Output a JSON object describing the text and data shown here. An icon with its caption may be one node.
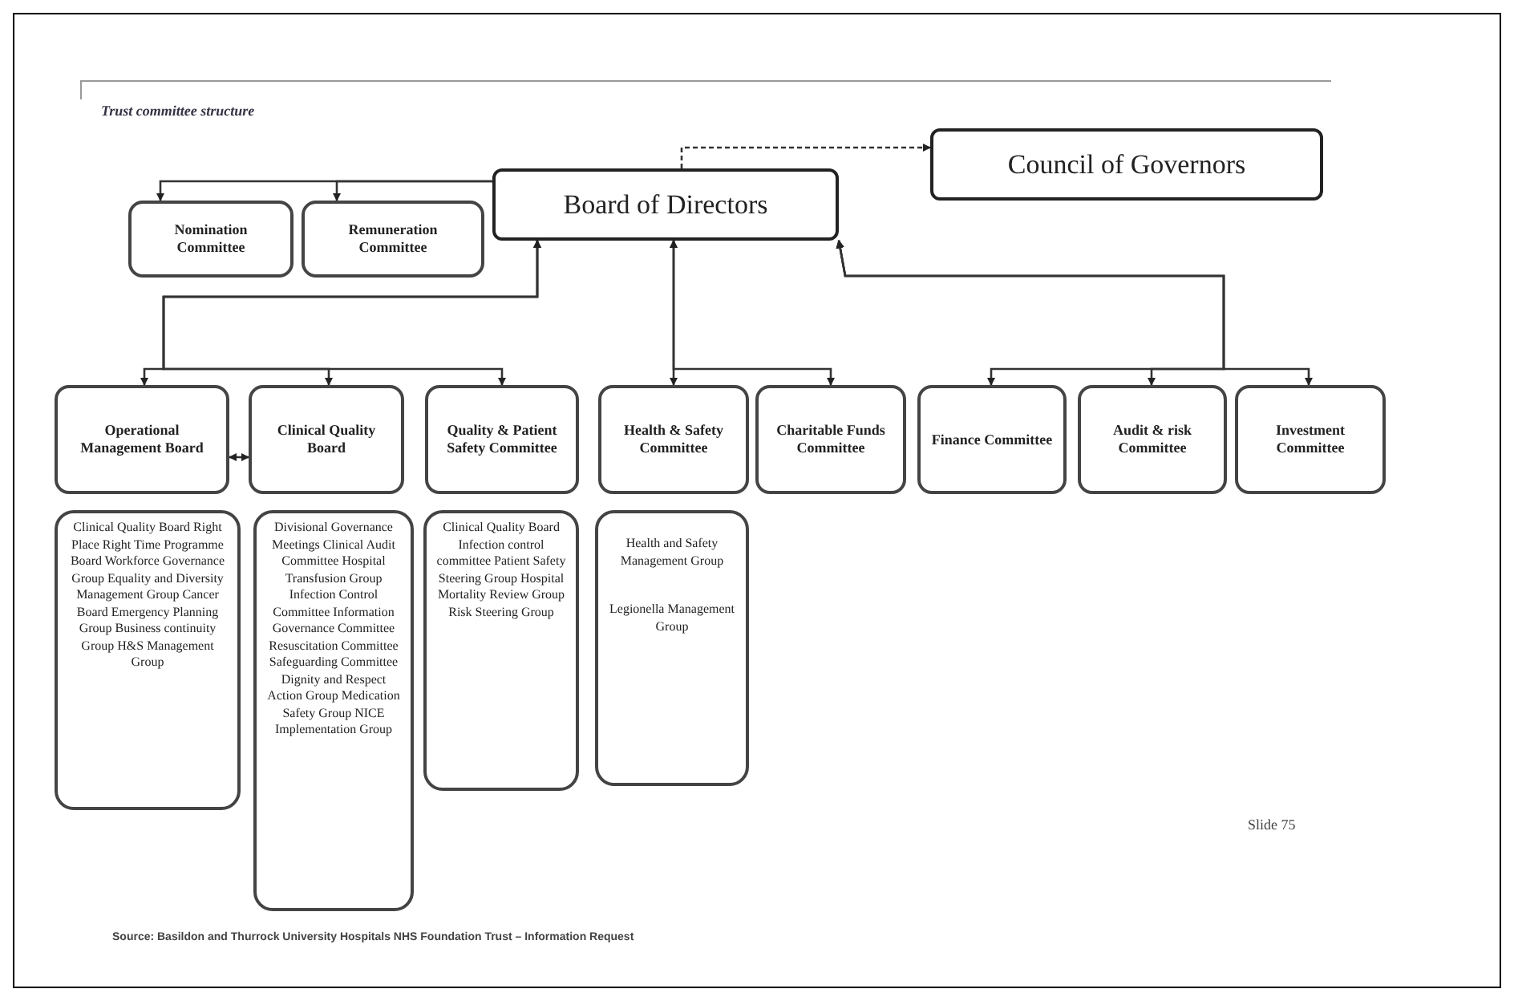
{
  "diagram": {
    "title": "Trust committee structure",
    "caption": "Source: Basildon and Thurrock University Hospitals NHS Foundation Trust – Information Request",
    "nodes": [
      {
        "text": [
          "Board of Directors"
        ]
      },
      {
        "text": [
          "Council of Governors"
        ]
      },
      {
        "text": [
          "Nomination Committee"
        ]
      },
      {
        "text": [
          "Remuneration Committee"
        ]
      },
      {
        "text": [
          "Operational Management Board"
        ]
      },
      {
        "text": [
          "Clinical Quality Board"
        ]
      },
      {
        "text": [
          "Quality & Patient Safety Committee"
        ]
      },
      {
        "text": [
          "Health & Safety Committee"
        ]
      },
      {
        "text": [
          "Charitable Funds Committee"
        ]
      },
      {
        "text": [
          "Finance Committee"
        ]
      },
      {
        "text": [
          "Audit & risk Committee"
        ]
      },
      {
        "text": [
          "Investment Committee"
        ]
      },
      {
        "text": [
          "Clinical Quality Board Right Place Right Time Programme Board Workforce Governance Group Equality and Diversity Management Group Cancer Board Emergency Planning Group Business continuity Group H&S Management Group"
        ]
      },
      {
        "text": [
          "Divisional Governance Meetings Clinical Audit Committee Hospital Transfusion Group Infection Control Committee Information Governance Committee Resuscitation Committee Safeguarding Committee Dignity and Respect Action Group Medication Safety Group NICE Implementation Group"
        ]
      },
      {
        "text": [
          "Clinical Quality Board Infection control committee Patient Safety Steering Group Hospital Mortality Review Group Risk Steering Group"
        ]
      },
      {
        "text": [
          "Health and Safety Management Group",
          "Legionella Management Group"
        ]
      }
    ],
    "edges": [
      {
        "from": 0,
        "to": 1,
        "arrow": "to",
        "style": "dashed"
      },
      {
        "from": 0,
        "to": 2,
        "arrow": "to"
      },
      {
        "from": 0,
        "to": 3,
        "arrow": "to"
      },
      {
        "from": 4,
        "to": 0,
        "arrow": "both"
      },
      {
        "from": 5,
        "to": 0,
        "arrow": "both"
      },
      {
        "from": 6,
        "to": 0,
        "arrow": "both"
      },
      {
        "from": 7,
        "to": 0,
        "arrow": "both"
      },
      {
        "from": 8,
        "to": 0,
        "arrow": "both"
      },
      {
        "from": 9,
        "to": 0,
        "arrow": "both"
      },
      {
        "from": 10,
        "to": 0,
        "arrow": "both"
      },
      {
        "from": 11,
        "to": 0,
        "arrow": "both"
      },
      {
        "from": 4,
        "to": 5,
        "arrow": "both"
      }
    ],
    "labels": [
      "Slide 75"
    ]
  }
}
